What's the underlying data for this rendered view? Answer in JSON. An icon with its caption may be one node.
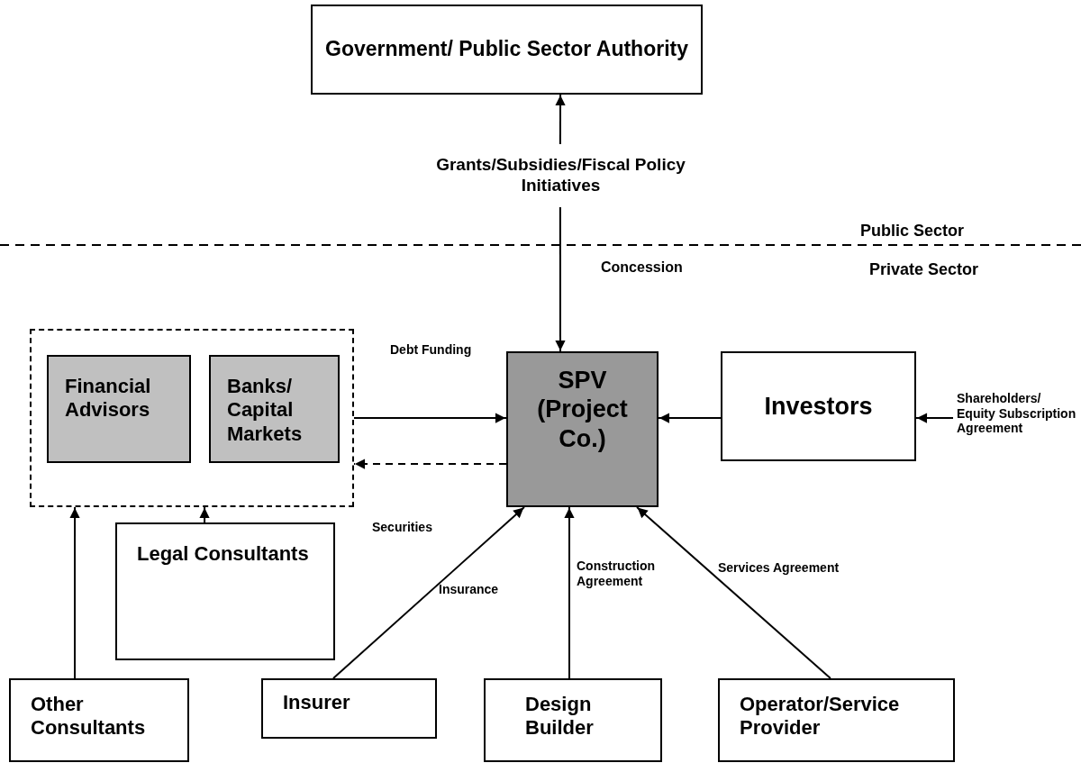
{
  "diagram": {
    "nodes": [
      {
        "text": [
          "Government/ Public Sector Authority"
        ]
      },
      {
        "text": [
          "Grants/Subsidies/Fiscal Policy Initiatives"
        ]
      },
      {
        "text": [],
        "shape": "box"
      },
      {
        "text": [
          "Financial Advisors"
        ],
        "in": 2
      },
      {
        "text": [
          "Banks/ Capital Markets"
        ],
        "in": 2
      },
      {
        "text": [
          "SPV (Project Co.)"
        ]
      },
      {
        "text": [
          "Investors"
        ]
      },
      {
        "text": [
          "Shareholders/ Equity Subscription Agreement"
        ]
      },
      {
        "text": [
          "Legal Consultants"
        ]
      },
      {
        "text": [
          "Other Consultants"
        ]
      },
      {
        "text": [
          "Insurer"
        ]
      },
      {
        "text": [
          "Design Builder"
        ]
      },
      {
        "text": [
          "Operator/Service Provider"
        ]
      }
    ],
    "edges": [
      {
        "from": 1,
        "to": 0,
        "arrow": "to"
      },
      {
        "from": 1,
        "to": 5,
        "arrow": "to",
        "label": "Concession"
      },
      {
        "from": 2,
        "to": 5,
        "arrow": "to",
        "label": "Debt Funding"
      },
      {
        "from": 5,
        "to": 2,
        "arrow": "to",
        "label": "Securities",
        "style": "dashed"
      },
      {
        "from": 7,
        "to": 6,
        "arrow": "to"
      },
      {
        "from": 6,
        "to": 5,
        "arrow": "to"
      },
      {
        "from": 8,
        "to": 2,
        "arrow": "to"
      },
      {
        "from": 9,
        "to": 2,
        "arrow": "to"
      },
      {
        "from": 10,
        "to": 5,
        "arrow": "to",
        "label": "Insurance"
      },
      {
        "from": 11,
        "to": 5,
        "arrow": "to",
        "label": "Construction Agreement"
      },
      {
        "from": 12,
        "to": 5,
        "arrow": "to",
        "label": "Services Agreement"
      }
    ],
    "labels": [
      "Public Sector",
      "Private Sector"
    ]
  }
}
